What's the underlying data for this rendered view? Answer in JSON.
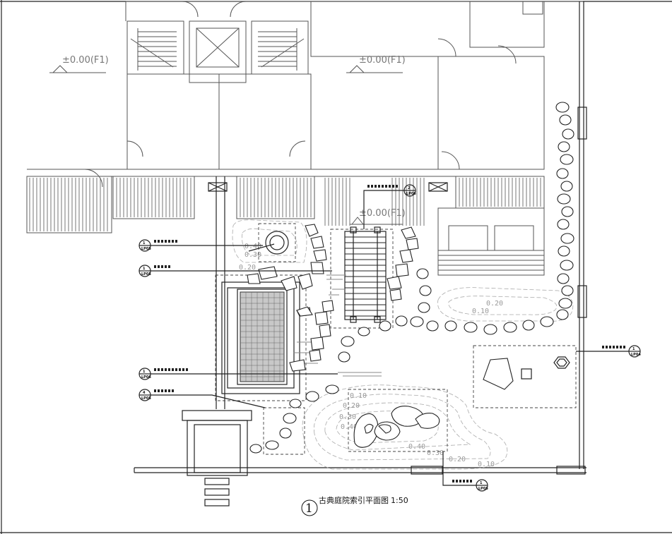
{
  "title": {
    "number": "1",
    "name": "古典庭院索引平面图",
    "scale": "1:50"
  },
  "levels": {
    "f1_left": "±0.00(F1)",
    "f1_right": "±0.00(F1)",
    "f1_center": "±0.00(F1)"
  },
  "contours": {
    "pond_left": [
      "0.40",
      "0.30",
      "0.20"
    ],
    "right_oval": [
      "0.20",
      "0.10"
    ],
    "rockery": [
      "0.10",
      "0.20",
      "0.30",
      "0.40",
      "0.40",
      "0.30",
      "0.20",
      "0.10"
    ]
  },
  "callouts": [
    {
      "id": "c1",
      "top": "1",
      "bottom": "LP05"
    },
    {
      "id": "c2",
      "top": "1",
      "bottom": "LP05"
    },
    {
      "id": "c3",
      "top": "1",
      "bottom": "LP06"
    },
    {
      "id": "c4",
      "top": "4",
      "bottom": "LP05"
    },
    {
      "id": "c5",
      "top": "2",
      "bottom": "LP06"
    },
    {
      "id": "c6",
      "top": "1",
      "bottom": "LP04"
    },
    {
      "id": "c7",
      "top": "1",
      "bottom": "LP05"
    }
  ]
}
